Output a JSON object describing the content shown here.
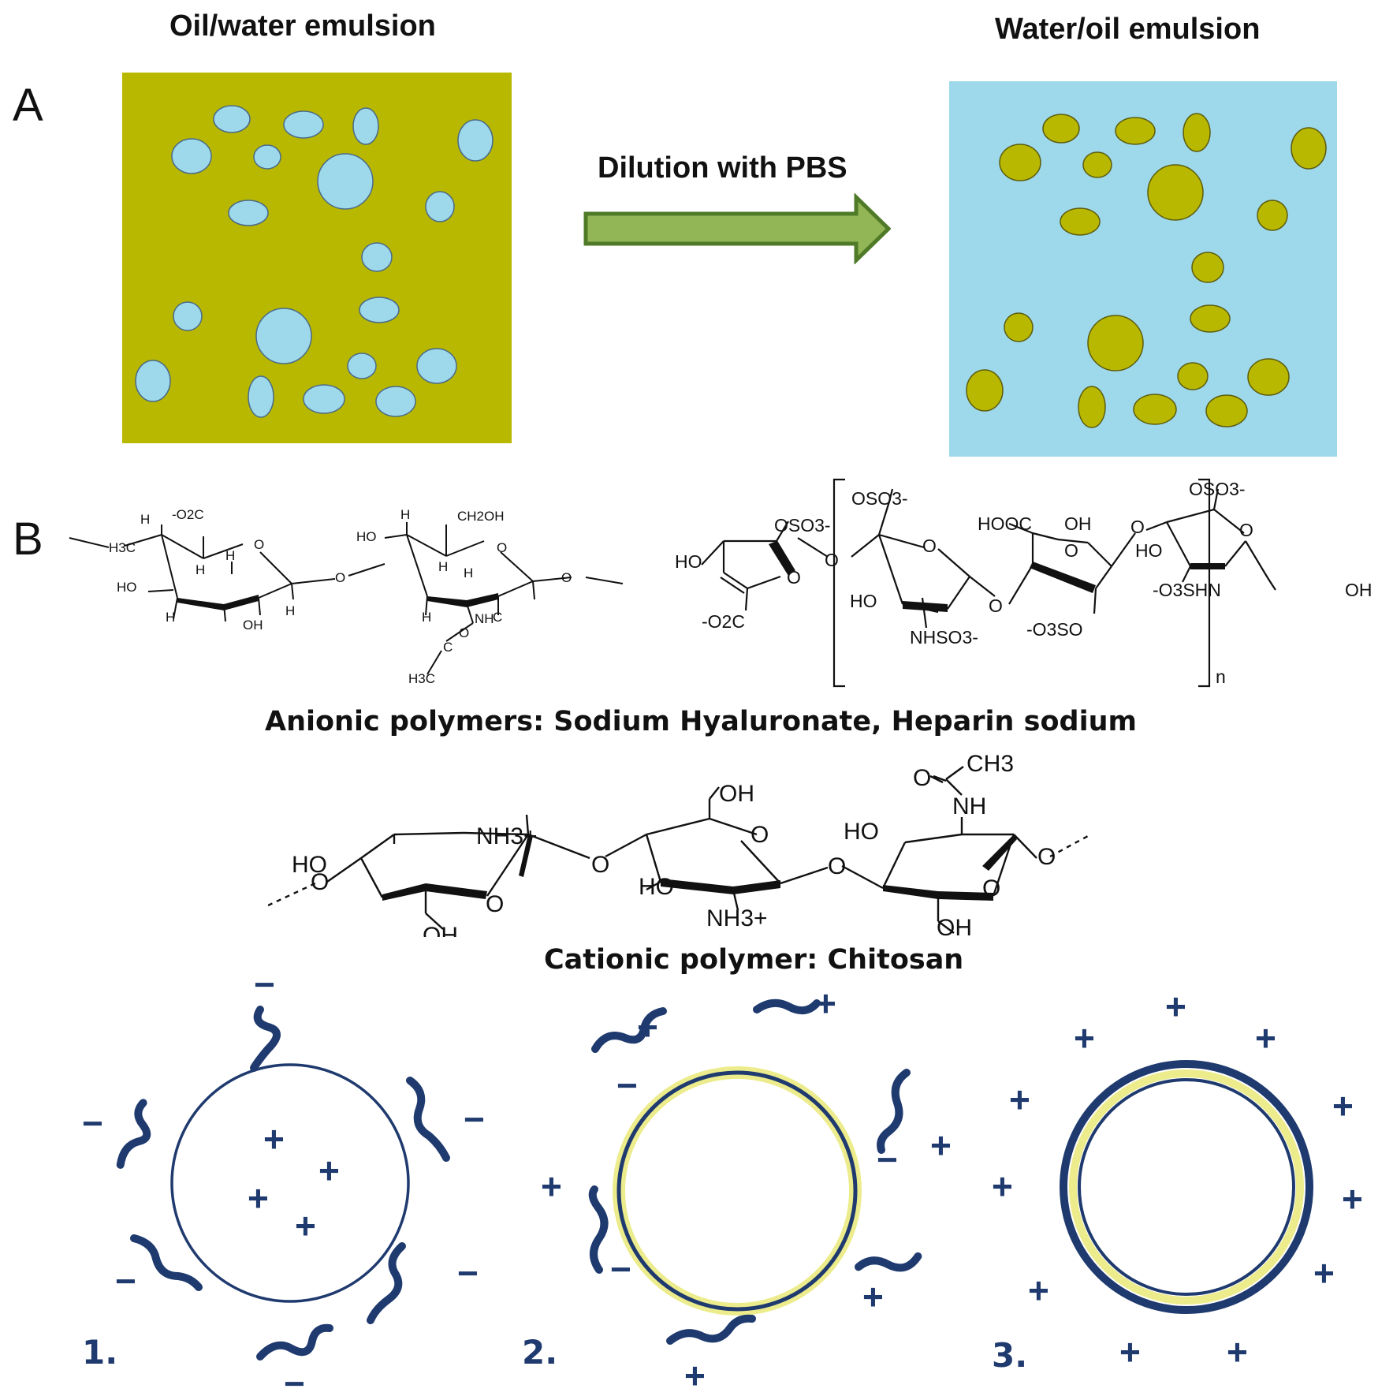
{
  "panel_a": {
    "letter": "A",
    "left_title": "Oil/water emulsion",
    "right_title": "Water/oil emulsion",
    "arrow_label": "Dilution with PBS",
    "colors": {
      "oil": "#b8b800",
      "water": "#9dd9ea",
      "arrow": "#92b556",
      "arrow_border": "#4f7a28"
    }
  },
  "panel_b": {
    "letter": "B",
    "anionic_caption": "Anionic polymers: Sodium Hyaluronate, Heparin sodium",
    "cationic_caption": "Cationic polymer: Chitosan",
    "hyaluronate_labels": [
      "H",
      "-O2C",
      "O",
      "H",
      "H",
      "HO",
      "H",
      "OH",
      "H",
      "H",
      "HO",
      "CH2OH",
      "O",
      "H",
      "H",
      "O",
      "H",
      "NH",
      "C",
      "O",
      "H3C",
      "O",
      "O"
    ],
    "heparin_labels": [
      "OSO3-",
      "HO",
      "O",
      "-O2C",
      "O",
      "OSO3-",
      "O",
      "HO",
      "NHSO3-",
      "O",
      "HOOC",
      "OH",
      "O",
      "-O3SO",
      "O",
      "OSO3-",
      "HO",
      "O",
      "-O3SHN",
      "OH",
      "n"
    ],
    "chitosan_labels": [
      "HO",
      "NH3+",
      "O",
      "OH",
      "O",
      "O",
      "OH",
      "HO",
      "O",
      "NH3+",
      "O",
      "CH3",
      "O",
      "NH",
      "HO",
      "O",
      "OH",
      "O"
    ]
  },
  "panel_c": {
    "steps": [
      "1.",
      "2.",
      "3."
    ],
    "plus": "+",
    "minus": "−",
    "colors": {
      "ink": "#1f3a6e",
      "shell": "#ecec8c"
    }
  }
}
